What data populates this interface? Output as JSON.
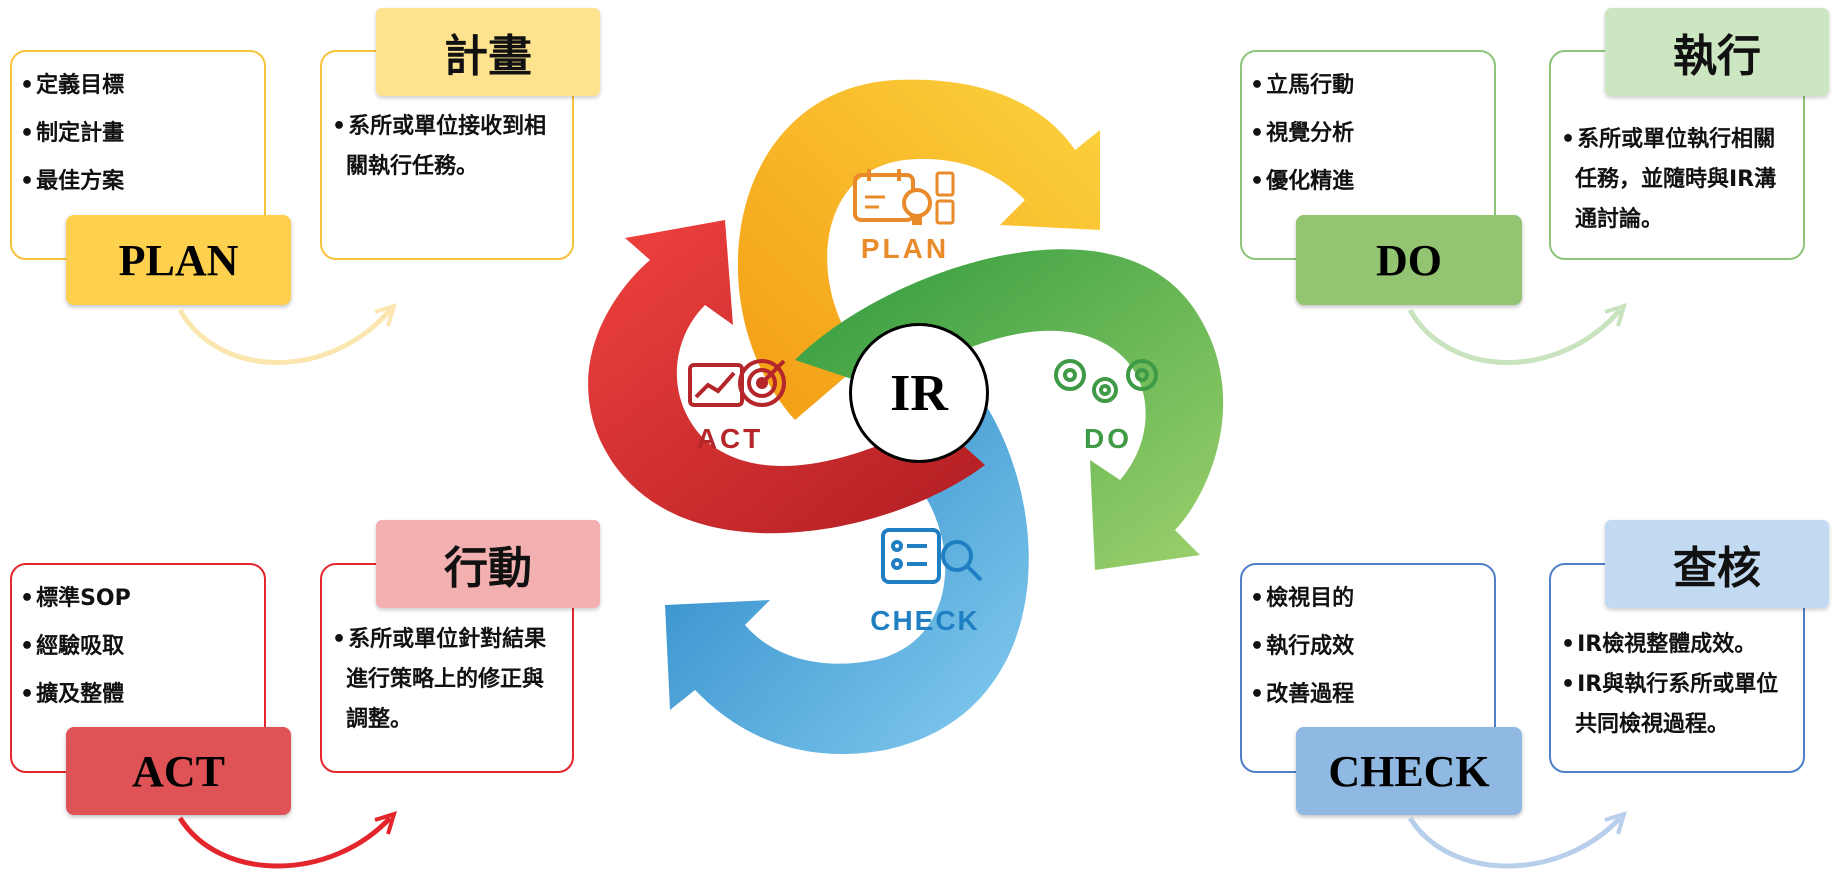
{
  "colors": {
    "plan": "#f6b81c",
    "do": "#4fae3f",
    "check": "#2b97d3",
    "act": "#e3262b"
  },
  "center": {
    "label": "IR"
  },
  "cycle_labels": {
    "plan": "PLAN",
    "do": "DO",
    "check": "CHECK",
    "act": "ACT"
  },
  "plan": {
    "bullets": [
      "定義目標",
      "制定計畫",
      "最佳方案"
    ],
    "label": "PLAN",
    "title": "計畫",
    "description": [
      "系所或單位接收到相關執行任務。"
    ]
  },
  "do": {
    "bullets": [
      "立馬行動",
      "視覺分析",
      "優化精進"
    ],
    "label": "DO",
    "title": "執行",
    "description": [
      "系所或單位執行相關任務，並隨時與IR溝通討論。"
    ]
  },
  "act": {
    "bullets": [
      "標準SOP",
      "經驗吸取",
      "擴及整體"
    ],
    "label": "ACT",
    "title": "行動",
    "description": [
      "系所或單位針對結果進行策略上的修正與調整。"
    ]
  },
  "check": {
    "bullets": [
      "檢視目的",
      "執行成效",
      "改善過程"
    ],
    "label": "CHECK",
    "title": "查核",
    "description": [
      "IR檢視整體成效。",
      "IR與執行系所或單位共同檢視過程。"
    ]
  }
}
